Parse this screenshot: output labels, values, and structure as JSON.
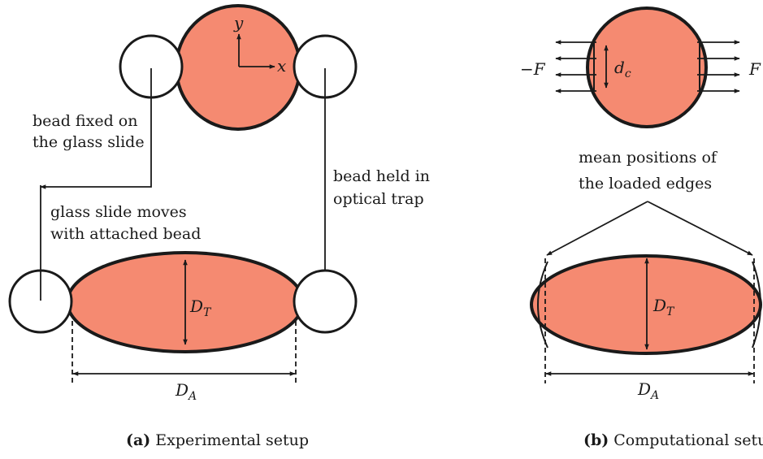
{
  "colors": {
    "cell_fill": "#f58a71",
    "outline": "#1a1a1a",
    "background": "#ffffff"
  },
  "panel_a": {
    "axis_y": "y",
    "axis_x": "x",
    "label_fixed_bead_1": "bead fixed on",
    "label_fixed_bead_2": "the glass slide",
    "label_trap_1": "bead held in",
    "label_trap_2": "optical trap",
    "label_slide_1": "glass slide moves",
    "label_slide_2": "with attached bead",
    "dt_main": "D",
    "dt_sub": "T",
    "da_main": "D",
    "da_sub": "A",
    "caption_letter": "(a)",
    "caption_text": "Experimental setup"
  },
  "panel_b": {
    "force_left": "−F",
    "force_right": "F",
    "dc_main": "d",
    "dc_sub": "c",
    "label_mean_1": "mean positions of",
    "label_mean_2": "the loaded edges",
    "dt_main": "D",
    "dt_sub": "T",
    "da_main": "D",
    "da_sub": "A",
    "caption_letter": "(b)",
    "caption_text": "Computational setup"
  }
}
